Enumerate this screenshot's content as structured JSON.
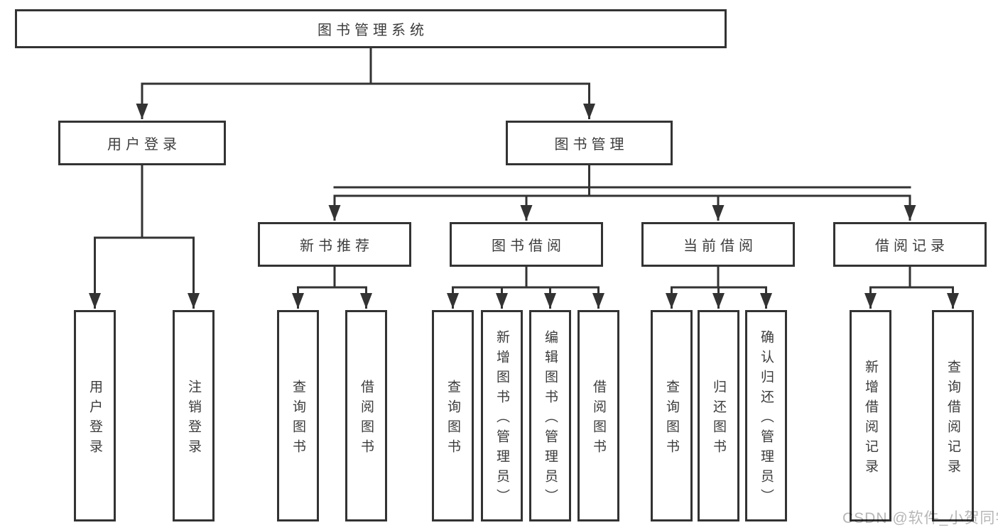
{
  "tree": {
    "root": {
      "label": "图书管理系统",
      "children": [
        {
          "label": "用户登录",
          "children": [
            {
              "label": "用户登录"
            },
            {
              "label": "注销登录"
            }
          ]
        },
        {
          "label": "图书管理",
          "children": [
            {
              "label": "新书推荐",
              "children": [
                {
                  "label": "查询图书"
                },
                {
                  "label": "借阅图书"
                }
              ]
            },
            {
              "label": "图书借阅",
              "children": [
                {
                  "label": "查询图书"
                },
                {
                  "label": "新增图书（管理员）"
                },
                {
                  "label": "编辑图书（管理员）"
                },
                {
                  "label": "借阅图书"
                }
              ]
            },
            {
              "label": "当前借阅",
              "children": [
                {
                  "label": "查询图书"
                },
                {
                  "label": "归还图书"
                },
                {
                  "label": "确认归还（管理员）"
                }
              ]
            },
            {
              "label": "借阅记录",
              "children": [
                {
                  "label": "新增借阅记录"
                },
                {
                  "label": "查询借阅记录"
                }
              ]
            }
          ]
        }
      ]
    }
  },
  "watermark": {
    "text": "CSDN @软件_小贺同学",
    "color": "#9a9a9a"
  },
  "style": {
    "line_color": "#333333",
    "text_color": "#3c3c3c",
    "box_background": "#ffffff"
  }
}
